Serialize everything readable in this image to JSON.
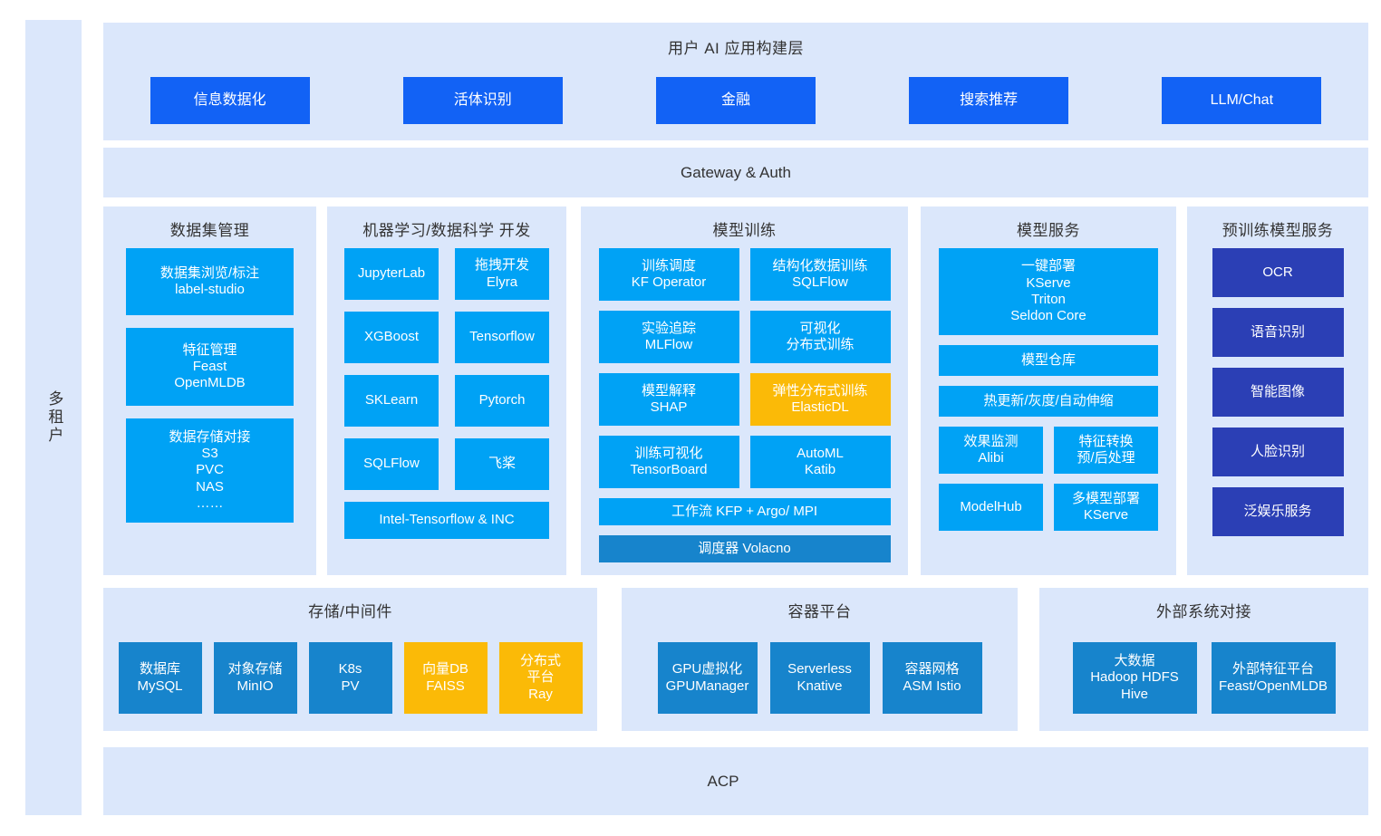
{
  "colors": {
    "panel_bg": "#dbe7fb",
    "bright_blue": "#00a2f5",
    "deep_blue": "#1262f5",
    "mid_blue": "#1784cc",
    "orange": "#fbba07",
    "navy": "#2b3fb5",
    "page_bg": "#ffffff"
  },
  "tenancy": {
    "label": "多租户"
  },
  "app_layer": {
    "title": "用户 AI 应用构建层",
    "apps": [
      {
        "label": "信息数据化"
      },
      {
        "label": "活体识别"
      },
      {
        "label": "金融"
      },
      {
        "label": "搜索推荐"
      },
      {
        "label": "LLM/Chat"
      }
    ]
  },
  "gateway": {
    "label": "Gateway & Auth"
  },
  "dataset": {
    "title": "数据集管理",
    "items": [
      {
        "label": "数据集浏览/标注\nlabel-studio"
      },
      {
        "label": "特征管理\nFeast\nOpenMLDB"
      },
      {
        "label": "数据存储对接\nS3\nPVC\nNAS\n……"
      }
    ]
  },
  "dev": {
    "title": "机器学习/数据科学 开发",
    "items": [
      {
        "label": "JupyterLab"
      },
      {
        "label": "拖拽开发\nElyra"
      },
      {
        "label": "XGBoost"
      },
      {
        "label": "Tensorflow"
      },
      {
        "label": "SKLearn"
      },
      {
        "label": "Pytorch"
      },
      {
        "label": "SQLFlow"
      },
      {
        "label": "飞桨"
      }
    ],
    "wide": {
      "label": "Intel-Tensorflow & INC"
    }
  },
  "train": {
    "title": "模型训练",
    "items": [
      {
        "label": "训练调度\nKF Operator",
        "style": "bright"
      },
      {
        "label": "结构化数据训练\nSQLFlow",
        "style": "bright"
      },
      {
        "label": "实验追踪\nMLFlow",
        "style": "bright"
      },
      {
        "label": "可视化\n分布式训练",
        "style": "bright"
      },
      {
        "label": "模型解释\nSHAP",
        "style": "bright"
      },
      {
        "label": "弹性分布式训练\nElasticDL",
        "style": "orange"
      },
      {
        "label": "训练可视化\nTensorBoard",
        "style": "bright"
      },
      {
        "label": "AutoML\nKatib",
        "style": "bright"
      }
    ],
    "workflow": {
      "label": "工作流 KFP + Argo/ MPI",
      "style": "bright"
    },
    "scheduler": {
      "label": "调度器 Volacno",
      "style": "mid"
    }
  },
  "serve": {
    "title": "模型服务",
    "deploy": {
      "label": "一键部署\nKServe\nTriton\nSeldon Core"
    },
    "repo": {
      "label": "模型仓库"
    },
    "hot": {
      "label": "热更新/灰度/自动伸缩"
    },
    "items": [
      {
        "label": "效果监测\nAlibi"
      },
      {
        "label": "特征转换\n预/后处理"
      },
      {
        "label": "ModelHub"
      },
      {
        "label": "多模型部署\nKServe"
      }
    ]
  },
  "pretrained": {
    "title": "预训练模型服务",
    "items": [
      {
        "label": "OCR"
      },
      {
        "label": "语音识别"
      },
      {
        "label": "智能图像"
      },
      {
        "label": "人脸识别"
      },
      {
        "label": "泛娱乐服务"
      }
    ]
  },
  "storage": {
    "title": "存储/中间件",
    "items": [
      {
        "label": "数据库\nMySQL",
        "style": "mid"
      },
      {
        "label": "对象存储\nMinIO",
        "style": "mid"
      },
      {
        "label": "K8s\nPV",
        "style": "mid"
      },
      {
        "label": "向量DB\nFAISS",
        "style": "orange"
      },
      {
        "label": "分布式\n平台\nRay",
        "style": "orange"
      }
    ]
  },
  "container": {
    "title": "容器平台",
    "items": [
      {
        "label": "GPU虚拟化\nGPUManager"
      },
      {
        "label": "Serverless\nKnative"
      },
      {
        "label": "容器网格\nASM Istio"
      }
    ]
  },
  "external": {
    "title": "外部系统对接",
    "items": [
      {
        "label": "大数据\nHadoop HDFS\nHive"
      },
      {
        "label": "外部特征平台\nFeast/OpenMLDB"
      }
    ]
  },
  "acp": {
    "label": "ACP"
  }
}
